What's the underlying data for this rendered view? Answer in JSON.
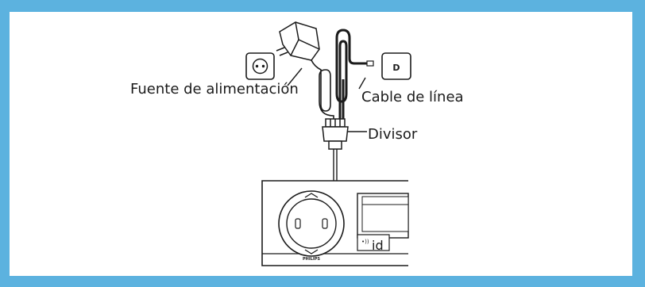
{
  "diagram": {
    "labels": {
      "power_supply": "Fuente de alimentación",
      "line_cable": "Cable de línea",
      "splitter": "Divisor"
    },
    "wall_socket_power_glyph": "⊙",
    "wall_socket_line_glyph": "D",
    "base_brand": "PHILIPS",
    "base_badge": "•))",
    "base_logo": "id",
    "colors": {
      "frame": "#5cb2df",
      "panel": "#ffffff",
      "stroke": "#1b1b1b"
    }
  }
}
